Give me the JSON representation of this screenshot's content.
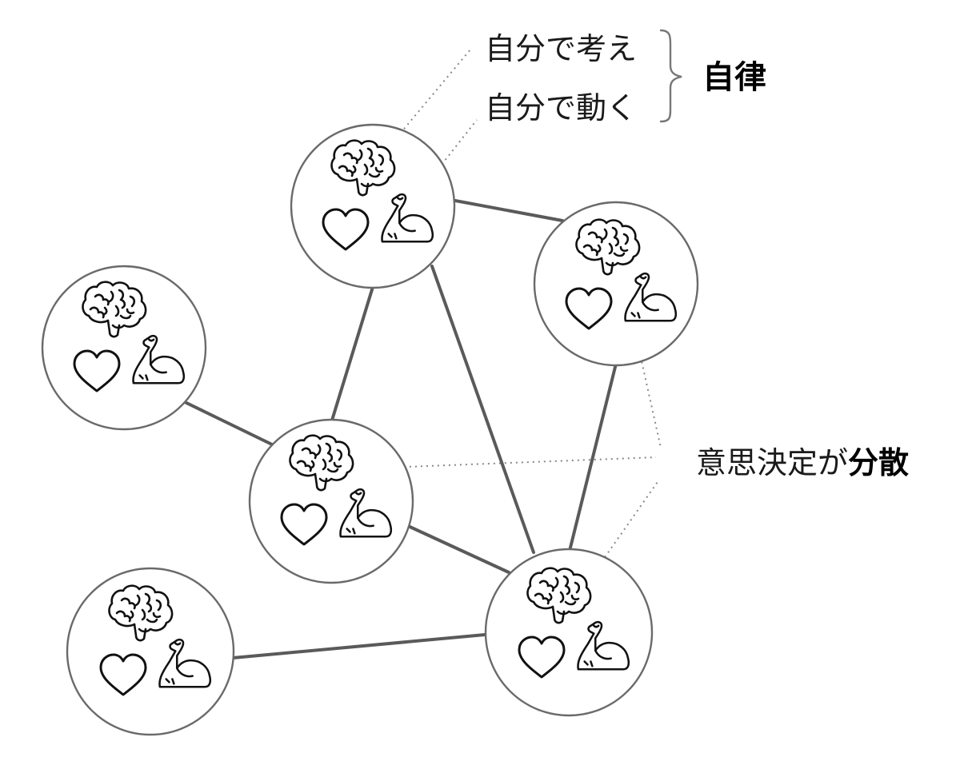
{
  "annotations": {
    "think": "自分で考え",
    "act": "自分で動く",
    "autonomy": "自律",
    "decision_prefix": "意思決定が",
    "decision_emphasis": "分散"
  },
  "nodes": [
    {
      "id": "top",
      "icons": [
        "brain-icon",
        "heart-icon",
        "flexed-bicep-icon"
      ]
    },
    {
      "id": "right",
      "icons": [
        "brain-icon",
        "heart-icon",
        "flexed-bicep-icon"
      ]
    },
    {
      "id": "left",
      "icons": [
        "brain-icon",
        "heart-icon",
        "flexed-bicep-icon"
      ]
    },
    {
      "id": "center",
      "icons": [
        "brain-icon",
        "heart-icon",
        "flexed-bicep-icon"
      ]
    },
    {
      "id": "bottom-left",
      "icons": [
        "brain-icon",
        "heart-icon",
        "flexed-bicep-icon"
      ]
    },
    {
      "id": "bottom-right",
      "icons": [
        "brain-icon",
        "heart-icon",
        "flexed-bicep-icon"
      ]
    }
  ],
  "edges": [
    [
      "top",
      "right"
    ],
    [
      "top",
      "center"
    ],
    [
      "top",
      "bottom-right"
    ],
    [
      "right",
      "bottom-right"
    ],
    [
      "left",
      "center"
    ],
    [
      "center",
      "bottom-right"
    ],
    [
      "bottom-left",
      "bottom-right"
    ]
  ],
  "colors": {
    "edge": "#5a5a5a",
    "node_stroke": "#6a6a6a",
    "icon": "#111111",
    "dotted_leader": "#888888",
    "background": "#ffffff"
  }
}
